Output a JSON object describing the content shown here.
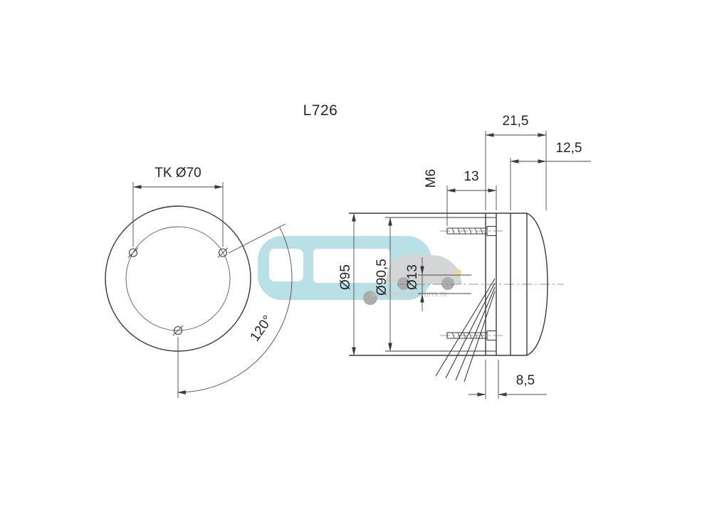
{
  "drawing": {
    "title": "L726",
    "front_view": {
      "bolt_circle_dim": "TK Ø70",
      "angle_dim": "120°"
    },
    "side_view": {
      "overall_depth_dim": "21,5",
      "lens_depth_dim": "12,5",
      "stud_length_dim": "13",
      "thread_label": "M6",
      "body_dia_dim": "Ø95",
      "inner_dia_dim": "Ø90,5",
      "hole_dia_dim": "Ø13",
      "wire_offset_dim": "8,5"
    }
  },
  "watermark": {
    "site_text": "schippercaravans.nl"
  }
}
